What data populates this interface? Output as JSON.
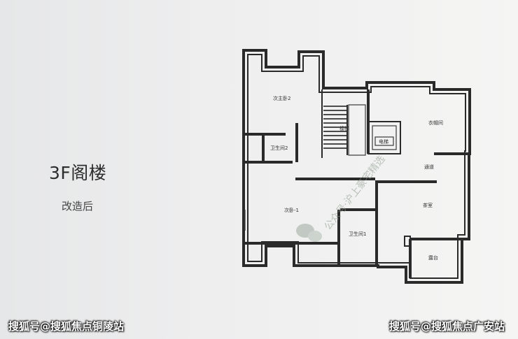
{
  "heading": {
    "title": "3F阁楼",
    "subtitle": "改造后"
  },
  "rooms": {
    "master_bedroom_2": "次主卧2",
    "bathroom_2": "卫生间2",
    "stairs": "楼梯",
    "elevator": "电梯",
    "walk_in_closet": "衣帽间",
    "corridor": "通道",
    "bedroom_1": "次卧-1",
    "bathroom_1": "卫生间1",
    "tea_room": "茶室",
    "terrace": "露台"
  },
  "watermark": "公众号·沪上豪宅精选",
  "footer": {
    "left": "搜狐号@搜狐焦点铜陵站",
    "right": "搜狐号@搜狐焦点广安站"
  },
  "colors": {
    "wall": "#2a2a2a",
    "background": "#eeeeef",
    "footer_text": "#ffffff"
  }
}
